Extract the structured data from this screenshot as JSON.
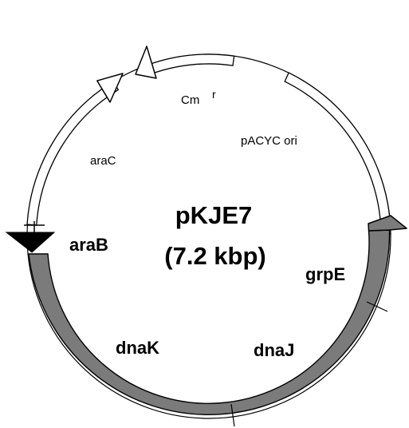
{
  "plasmid": {
    "name": "pKJE7",
    "size": "(7.2 kbp)"
  },
  "labels": {
    "cm": "Cm",
    "cm_sup": "r",
    "ori": "pACYC ori",
    "arac": "araC",
    "arab": "araB",
    "grpe": "grpE",
    "dnak": "dnaK",
    "dnaj": "dnaJ"
  },
  "colors": {
    "chaperone_operon": "#7b7b7b",
    "backbone_features": "#ffffff",
    "outline": "#000000",
    "promoter_marker": "#000000"
  },
  "features": [
    {
      "name": "Cm r",
      "style": "white-arrow"
    },
    {
      "name": "pACYC ori",
      "style": "white-box"
    },
    {
      "name": "araC",
      "style": "white-arrow"
    },
    {
      "name": "araB",
      "style": "promoter-marker"
    },
    {
      "name": "dnaK",
      "style": "gray-arrow"
    },
    {
      "name": "dnaJ",
      "style": "gray-arrow"
    },
    {
      "name": "grpE",
      "style": "gray-arrow"
    }
  ]
}
